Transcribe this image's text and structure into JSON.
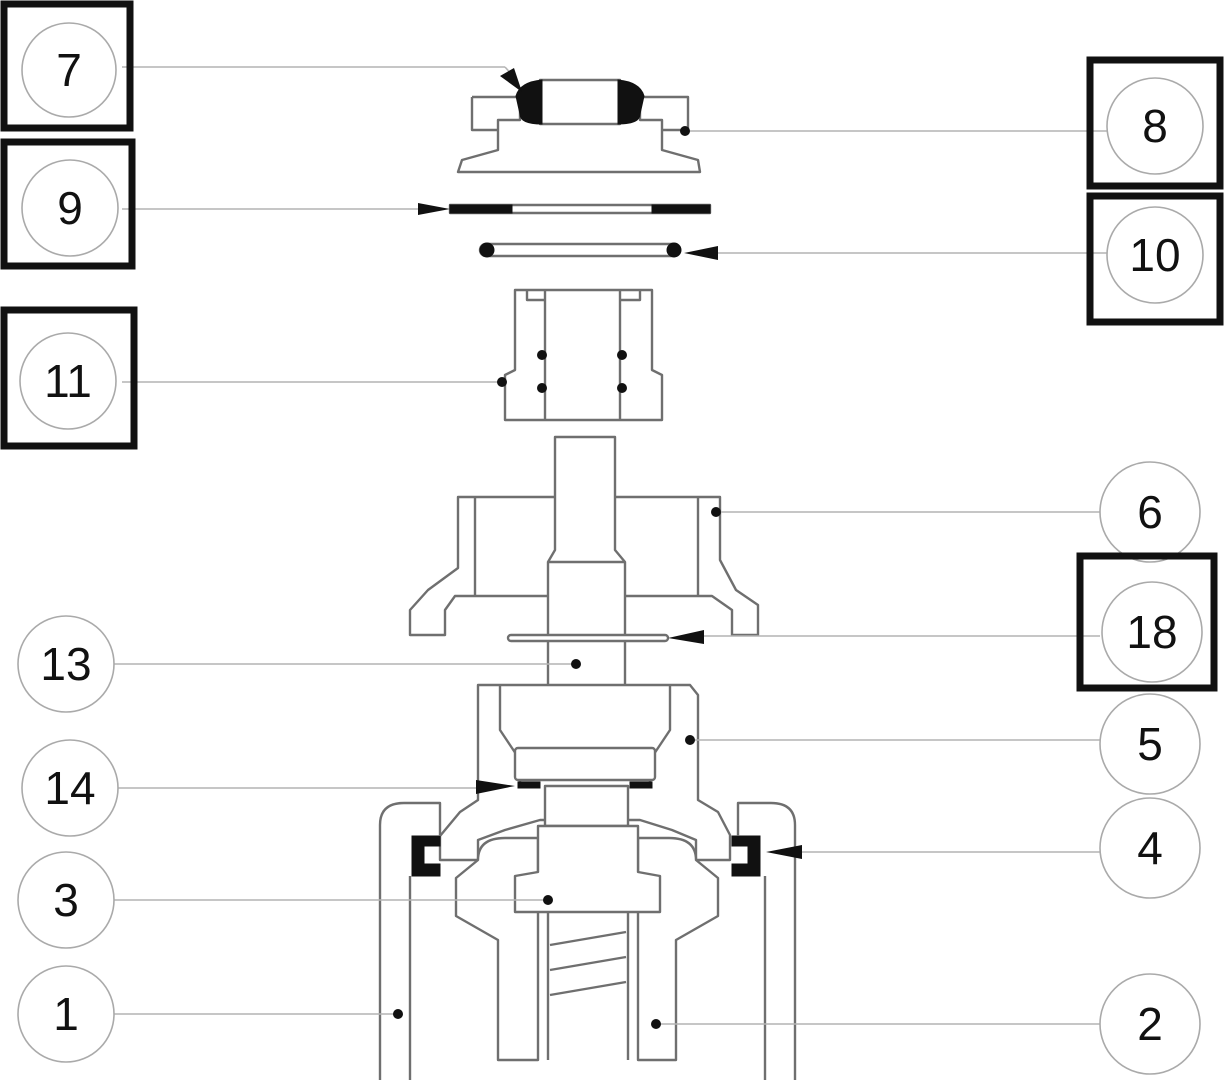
{
  "diagram": {
    "callouts": [
      {
        "id": "7",
        "label": "7",
        "boxed": true
      },
      {
        "id": "8",
        "label": "8",
        "boxed": true
      },
      {
        "id": "9",
        "label": "9",
        "boxed": true
      },
      {
        "id": "10",
        "label": "10",
        "boxed": true
      },
      {
        "id": "11",
        "label": "11",
        "boxed": true
      },
      {
        "id": "6",
        "label": "6",
        "boxed": false
      },
      {
        "id": "18",
        "label": "18",
        "boxed": true
      },
      {
        "id": "13",
        "label": "13",
        "boxed": false
      },
      {
        "id": "5",
        "label": "5",
        "boxed": false
      },
      {
        "id": "14",
        "label": "14",
        "boxed": false
      },
      {
        "id": "4",
        "label": "4",
        "boxed": false
      },
      {
        "id": "3",
        "label": "3",
        "boxed": false
      },
      {
        "id": "1",
        "label": "1",
        "boxed": false
      },
      {
        "id": "2",
        "label": "2",
        "boxed": false
      }
    ],
    "colors": {
      "line": "#6f6f6f",
      "leader": "#b4b4b4",
      "ink": "#111111"
    }
  }
}
